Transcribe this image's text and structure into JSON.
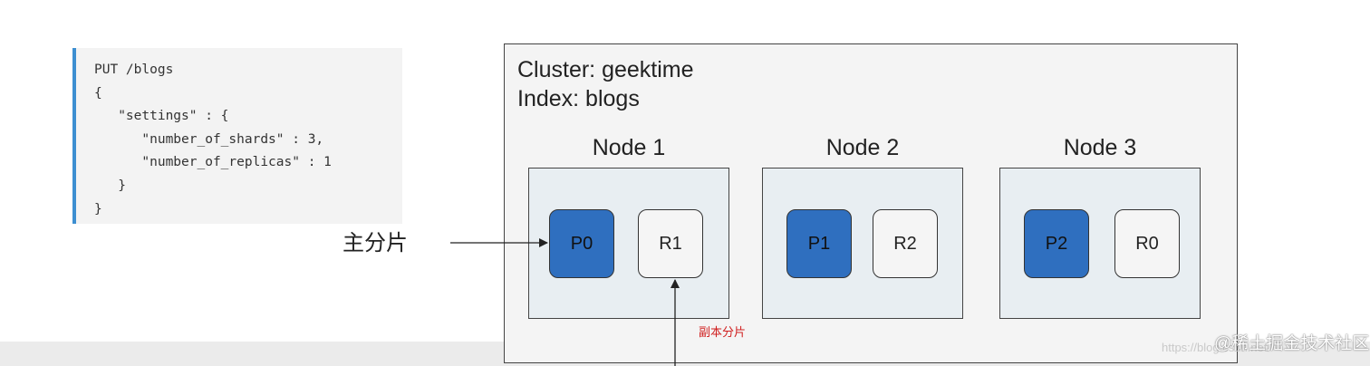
{
  "code": {
    "lines": [
      "PUT /blogs",
      "{",
      "   \"settings\" : {",
      "      \"number_of_shards\" : 3,",
      "      \"number_of_replicas\" : 1",
      "   }",
      "}"
    ]
  },
  "cluster": {
    "cluster_line": "Cluster: geektime",
    "index_line": "Index: blogs"
  },
  "nodes": [
    {
      "title": "Node 1",
      "primary": "P0",
      "replica": "R1"
    },
    {
      "title": "Node 2",
      "primary": "P1",
      "replica": "R2"
    },
    {
      "title": "Node 3",
      "primary": "P2",
      "replica": "R0"
    }
  ],
  "annotations": {
    "primary_shard": "主分片",
    "replica_shard": "副本分片"
  },
  "watermark": {
    "url": "https://blog.csdn.net/",
    "brand": "@稀土掘金技术社区"
  },
  "colors": {
    "primary_shard": "#2f6fbf",
    "replica_shard": "#f5f5f5",
    "node_bg": "#e8eef2",
    "cluster_bg": "#f4f4f4",
    "code_accent": "#3d8fd1",
    "replica_label": "#d02020"
  }
}
